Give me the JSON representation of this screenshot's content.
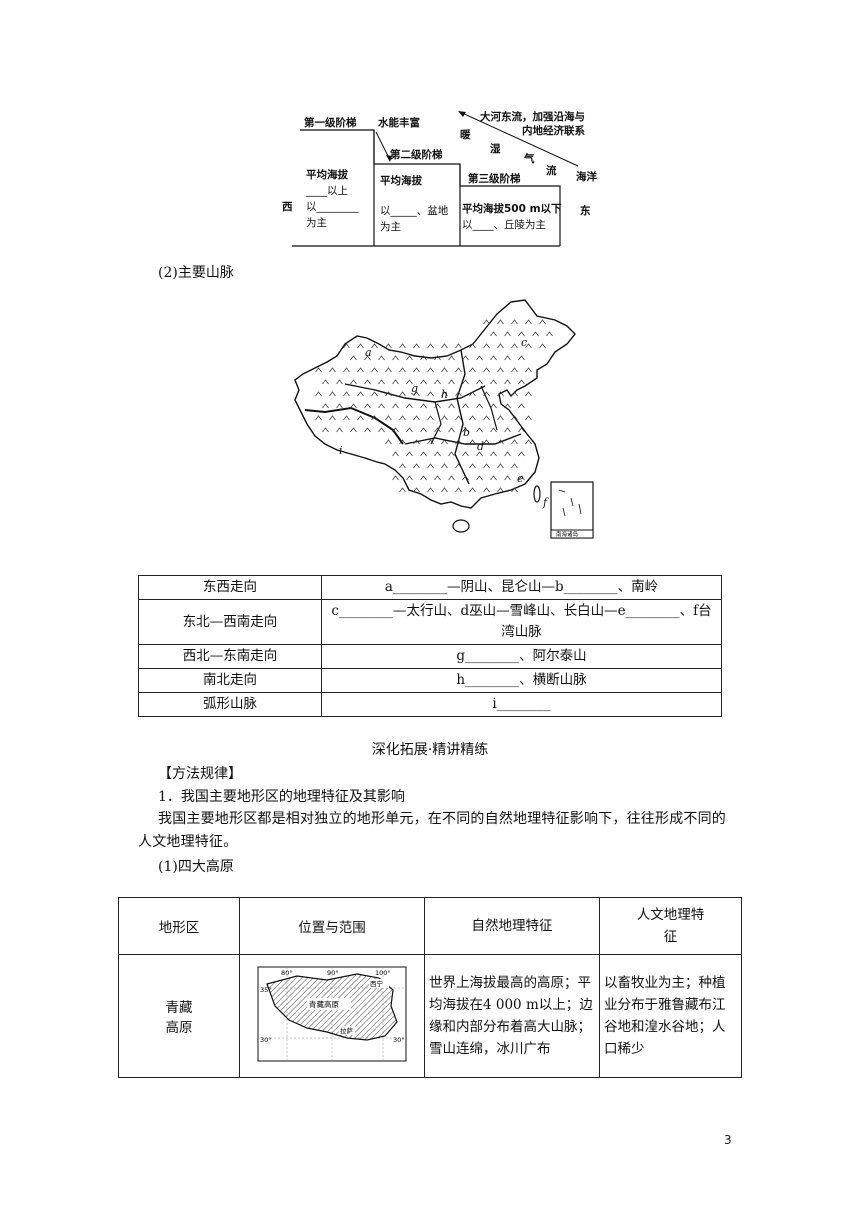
{
  "staircase": {
    "step1_title": "第一级阶梯",
    "hydro": "水能丰富",
    "step2_title": "第二级阶梯",
    "step3_title": "第三级阶梯",
    "west": "西",
    "east": "东",
    "step1_desc_line1": "平均海拔",
    "step1_desc_line2": "____以上",
    "step1_desc_line3": "以________",
    "step1_desc_line4": "为主",
    "step2_desc_line1": "平均海拔",
    "step2_desc_line2": "以_____、盆地",
    "step2_desc_line3": "为主",
    "step3_desc_line1": "平均海拔500 m以下",
    "step3_desc_line2": "以____、丘陵为主",
    "rivers_line1": "大河东流，加强沿海与",
    "rivers_line2": "内地经济联系",
    "airflow": [
      "暖",
      "湿",
      "气",
      "流"
    ],
    "ocean": "海洋"
  },
  "mountains_heading": "(2)主要山脉",
  "map": {
    "labels": [
      "a",
      "b",
      "c",
      "d",
      "e",
      "f",
      "g",
      "h",
      "i"
    ],
    "inset_caption": "南海诸岛"
  },
  "mountain_table": [
    {
      "direction": "东西走向",
      "value": "a________—阴山、昆仑山—b________、南岭"
    },
    {
      "direction": "东北—西南走向",
      "value": "c________—太行山、d巫山—雪峰山、长白山—e________、f台湾山脉"
    },
    {
      "direction": "西北—东南走向",
      "value": "g________、阿尔泰山"
    },
    {
      "direction": "南北走向",
      "value": "h________、横断山脉"
    },
    {
      "direction": "弧形山脉",
      "value": "i________"
    }
  ],
  "section_title": "深化拓展·精讲精练",
  "method_heading": "【方法规律】",
  "point1": "1．我国主要地形区的地理特征及其影响",
  "intro": "我国主要地形区都是相对独立的地形单元，在不同的自然地理特征影响下，往往形成不同的人文地理特征。",
  "plateaus_heading": "(1)四大高原",
  "plateau_table": {
    "headers": [
      "地形区",
      "位置与范围",
      "自然地理特征",
      "人文地理特征"
    ],
    "row": {
      "region_line1": "青藏",
      "region_line2": "高原",
      "natural": "世界上海拔最高的高原；平均海拔在4 000 m以上；边缘和内部分布着高大山脉；雪山连绵，冰川广布",
      "human": "以畜牧业为主；种植业分布于雅鲁藏布江谷地和湟水谷地；人口稀少",
      "map_labels": {
        "lon80": "80°",
        "lon90": "90°",
        "lon100": "100°",
        "lat35": "35°",
        "lat30": "30°",
        "lat30b": "30°",
        "plateau": "青藏高原",
        "xining": "西宁",
        "lhasa": "拉萨"
      }
    }
  },
  "page_number": "3"
}
